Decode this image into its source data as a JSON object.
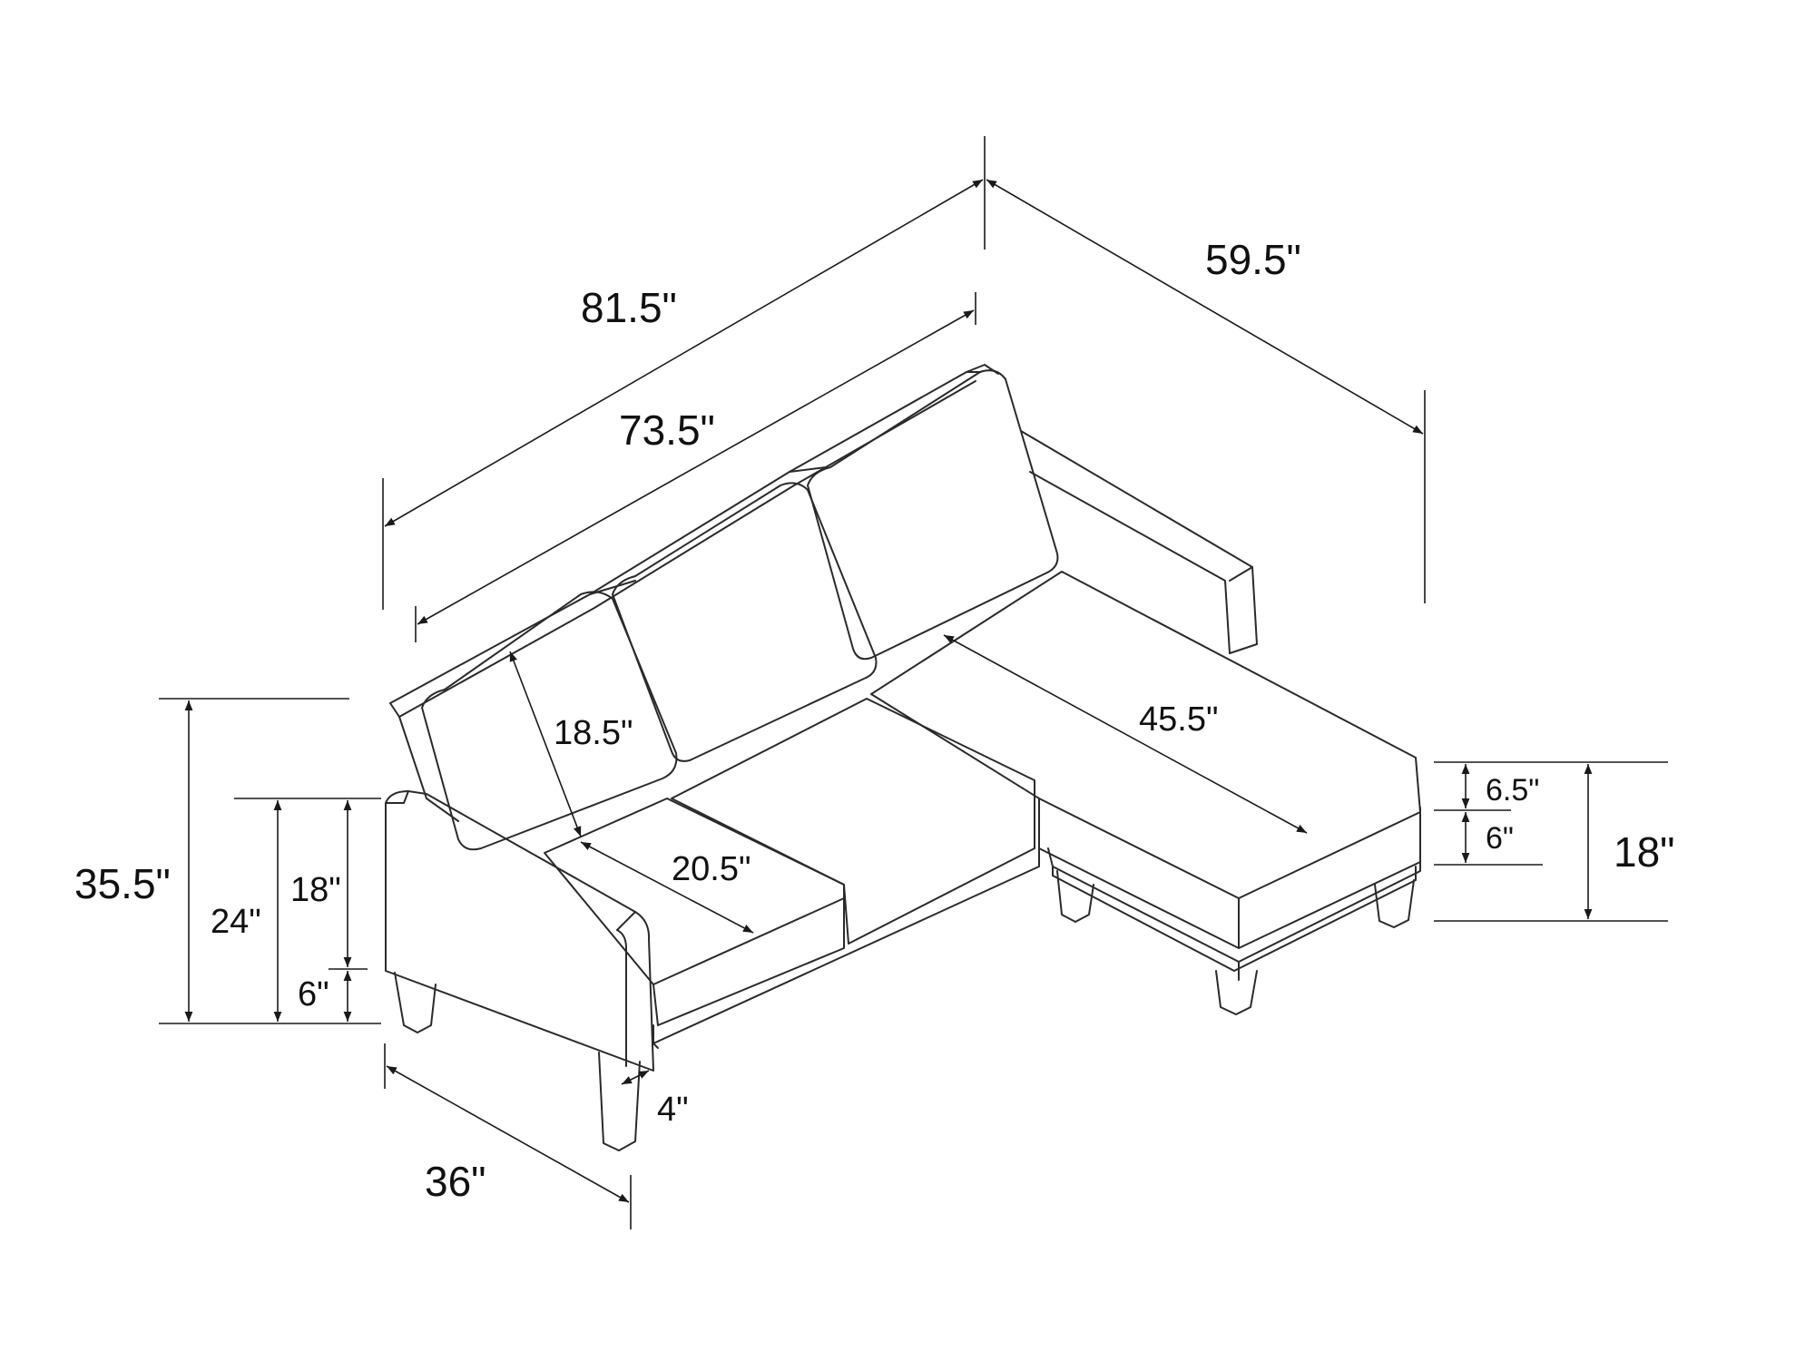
{
  "dimensions": {
    "overall_length": "81.5\"",
    "inner_length": "73.5\"",
    "chaise_depth": "59.5\"",
    "overall_height": "35.5\"",
    "arm_height": "24\"",
    "seat_height": "18\"",
    "leg_height": "6\"",
    "sofa_depth": "36\"",
    "arm_width": "4\"",
    "back_cushion_height": "18.5\"",
    "seat_depth": "20.5\"",
    "chaise_length": "45.5\"",
    "cushion_thickness": "6.5\"",
    "base_height": "6\"",
    "chaise_height": "18\""
  }
}
